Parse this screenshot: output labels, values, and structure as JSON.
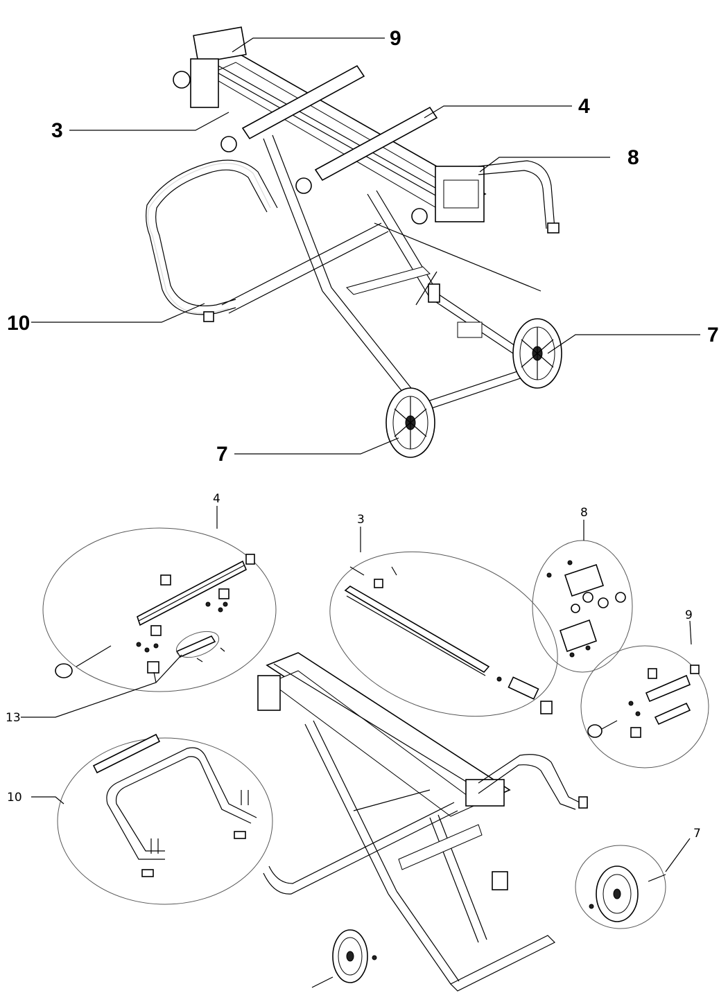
{
  "callouts_assembled": [
    {
      "id": "callout-9",
      "label": "9"
    },
    {
      "id": "callout-3",
      "label": "3"
    },
    {
      "id": "callout-4",
      "label": "4"
    },
    {
      "id": "callout-8",
      "label": "8"
    },
    {
      "id": "callout-10",
      "label": "10"
    },
    {
      "id": "callout-7-right",
      "label": "7"
    },
    {
      "id": "callout-7-left",
      "label": "7"
    }
  ],
  "callouts_exploded": [
    {
      "id": "group-4",
      "label": "4"
    },
    {
      "id": "group-3",
      "label": "3"
    },
    {
      "id": "group-8",
      "label": "8"
    },
    {
      "id": "group-9",
      "label": "9"
    },
    {
      "id": "group-13",
      "label": "13"
    },
    {
      "id": "group-10",
      "label": "10"
    },
    {
      "id": "group-7",
      "label": "7"
    }
  ]
}
